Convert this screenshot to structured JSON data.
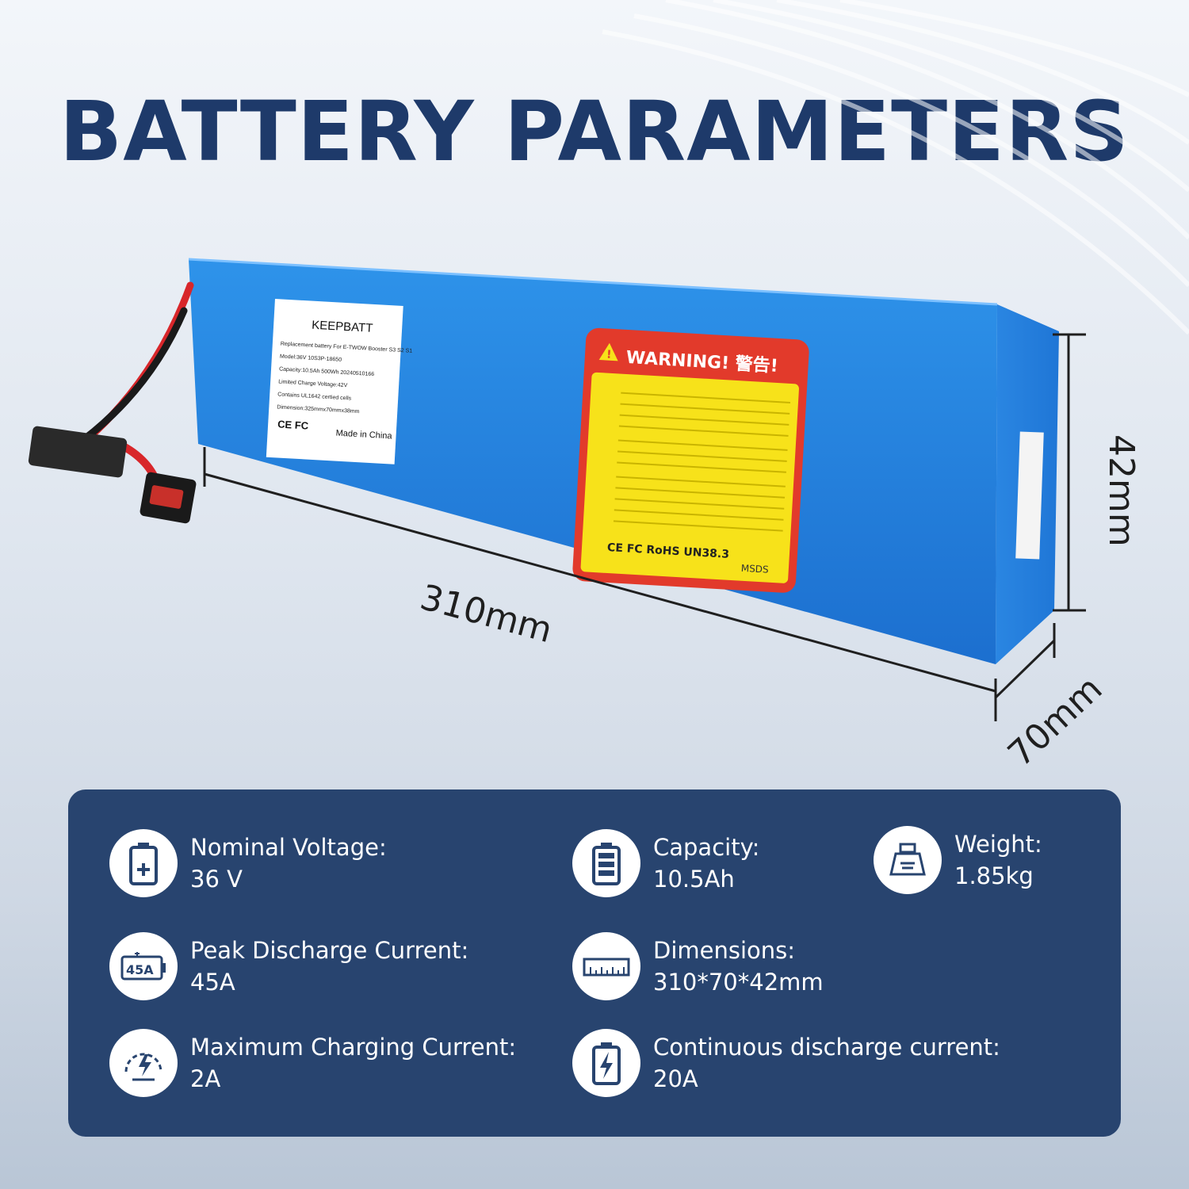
{
  "title": "BATTERY PARAMETERS",
  "battery_label": {
    "brand": "KEEPBATT",
    "lines": [
      "Replacement battery For E-TWOW Booster  S3 S2 S1",
      "Model:36V 10S3P-18650",
      "Capacity:10.5Ah 500Wh 20240510166",
      "Limited Charge Voltage:42V",
      "Contains UL1642 certied cells",
      "Dimension:325mmx70mmx38mm"
    ],
    "marks": "CE FC",
    "made_in": "Made in China"
  },
  "warning_label": {
    "heading": "WARNING! 警告!",
    "certs": "CE FC RoHS UN38.3",
    "msds": "MSDS"
  },
  "dimensions": {
    "length": "310mm",
    "height": "42mm",
    "depth": "70mm"
  },
  "specs": [
    {
      "label": "Nominal Voltage:",
      "value": "36 V",
      "icon": "battery-plus-icon"
    },
    {
      "label": "Capacity:",
      "value": "10.5Ah",
      "icon": "battery-full-icon"
    },
    {
      "label": "Weight:",
      "value": "1.85kg",
      "icon": "scale-weight-icon"
    },
    {
      "label": "Peak Discharge Current:",
      "value": "45A",
      "icon": "peak-current-45a-icon",
      "icon_text": "45A"
    },
    {
      "label": "Dimensions:",
      "value": "310*70*42mm",
      "icon": "ruler-icon"
    },
    {
      "label": "Maximum Charging Current:",
      "value": "2A",
      "icon": "charging-gauge-icon"
    },
    {
      "label": "Continuous discharge current:",
      "value": "20A",
      "icon": "battery-bolt-icon"
    }
  ],
  "colors": {
    "title": "#1e3a6a",
    "panel": "#28446f",
    "battery_blue": "#1f7fd8",
    "warning_red": "#e23a2b",
    "warning_yellow": "#f7e21a"
  }
}
